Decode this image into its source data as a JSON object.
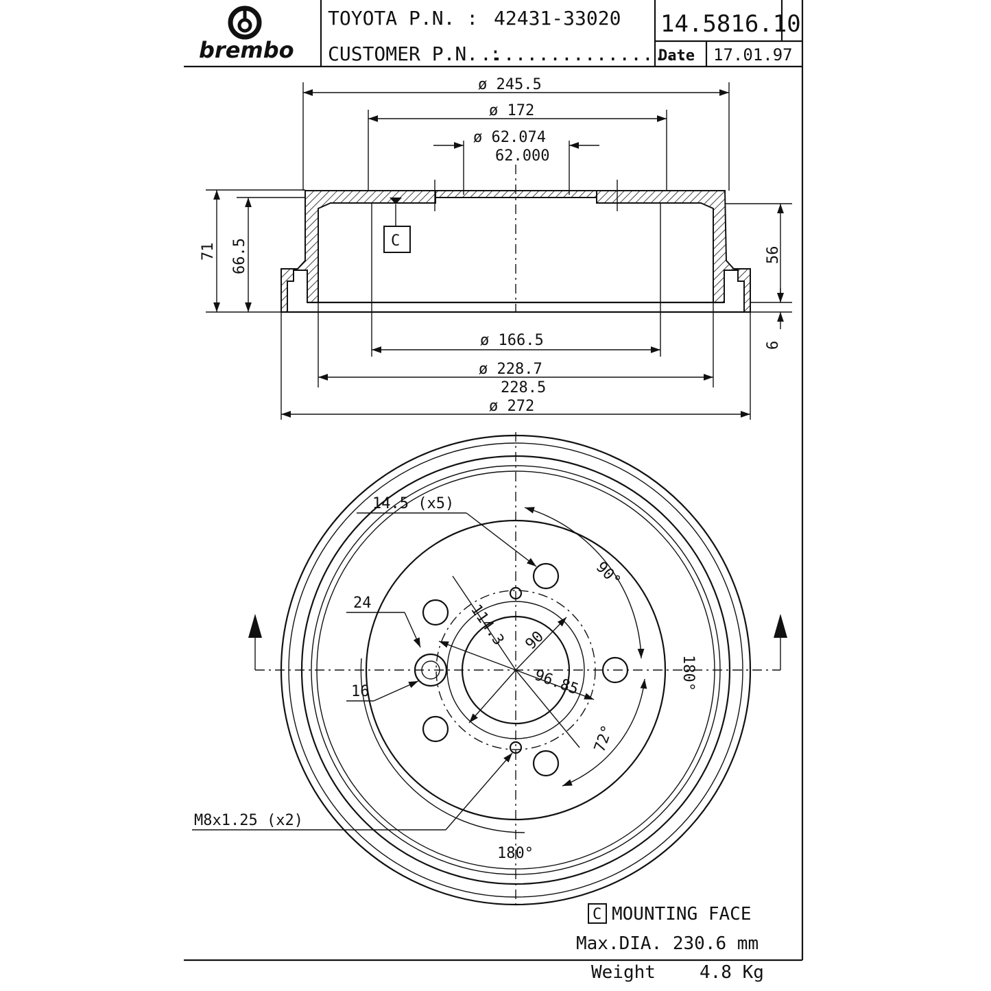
{
  "title_block": {
    "brand": "brembo",
    "oem_label": "TOYOTA P.N. :",
    "oem_number": "42431-33020",
    "customer_label": "CUSTOMER P.N. :",
    "customer_value": "..................",
    "code": "14.5816.10",
    "date_label": "Date",
    "date_value": "17.01.97"
  },
  "section_view": {
    "dia_outer_top": "ø 245.5",
    "dia_172": "ø 172",
    "dia_center_bore_1": "ø 62.074",
    "dia_center_bore_2": "62.000",
    "height_71": "71",
    "height_66_5": "66.5",
    "height_56": "56",
    "height_6": "6",
    "dia_166_5": "ø 166.5",
    "dia_228_7": "ø 228.7",
    "dia_228_5": "228.5",
    "dia_272": "ø 272",
    "datum_c": "C"
  },
  "front_view": {
    "hole_size": "14.5 (x5)",
    "angle_90": "90°",
    "angle_180_right": "180°",
    "angle_72": "72°",
    "angle_180_bottom": "180°",
    "dim_24": "24",
    "dim_16": "16",
    "pcd_114_3": "114.3",
    "dim_90": "90",
    "dim_96_85": "96.85",
    "thread": "M8x1.25 (x2)"
  },
  "notes": {
    "datum_symbol": "C",
    "mounting_face": "MOUNTING FACE",
    "max_dia": "Max.DIA. 230.6 mm",
    "weight_label": "Weight",
    "weight_value": "4.8 Kg"
  }
}
